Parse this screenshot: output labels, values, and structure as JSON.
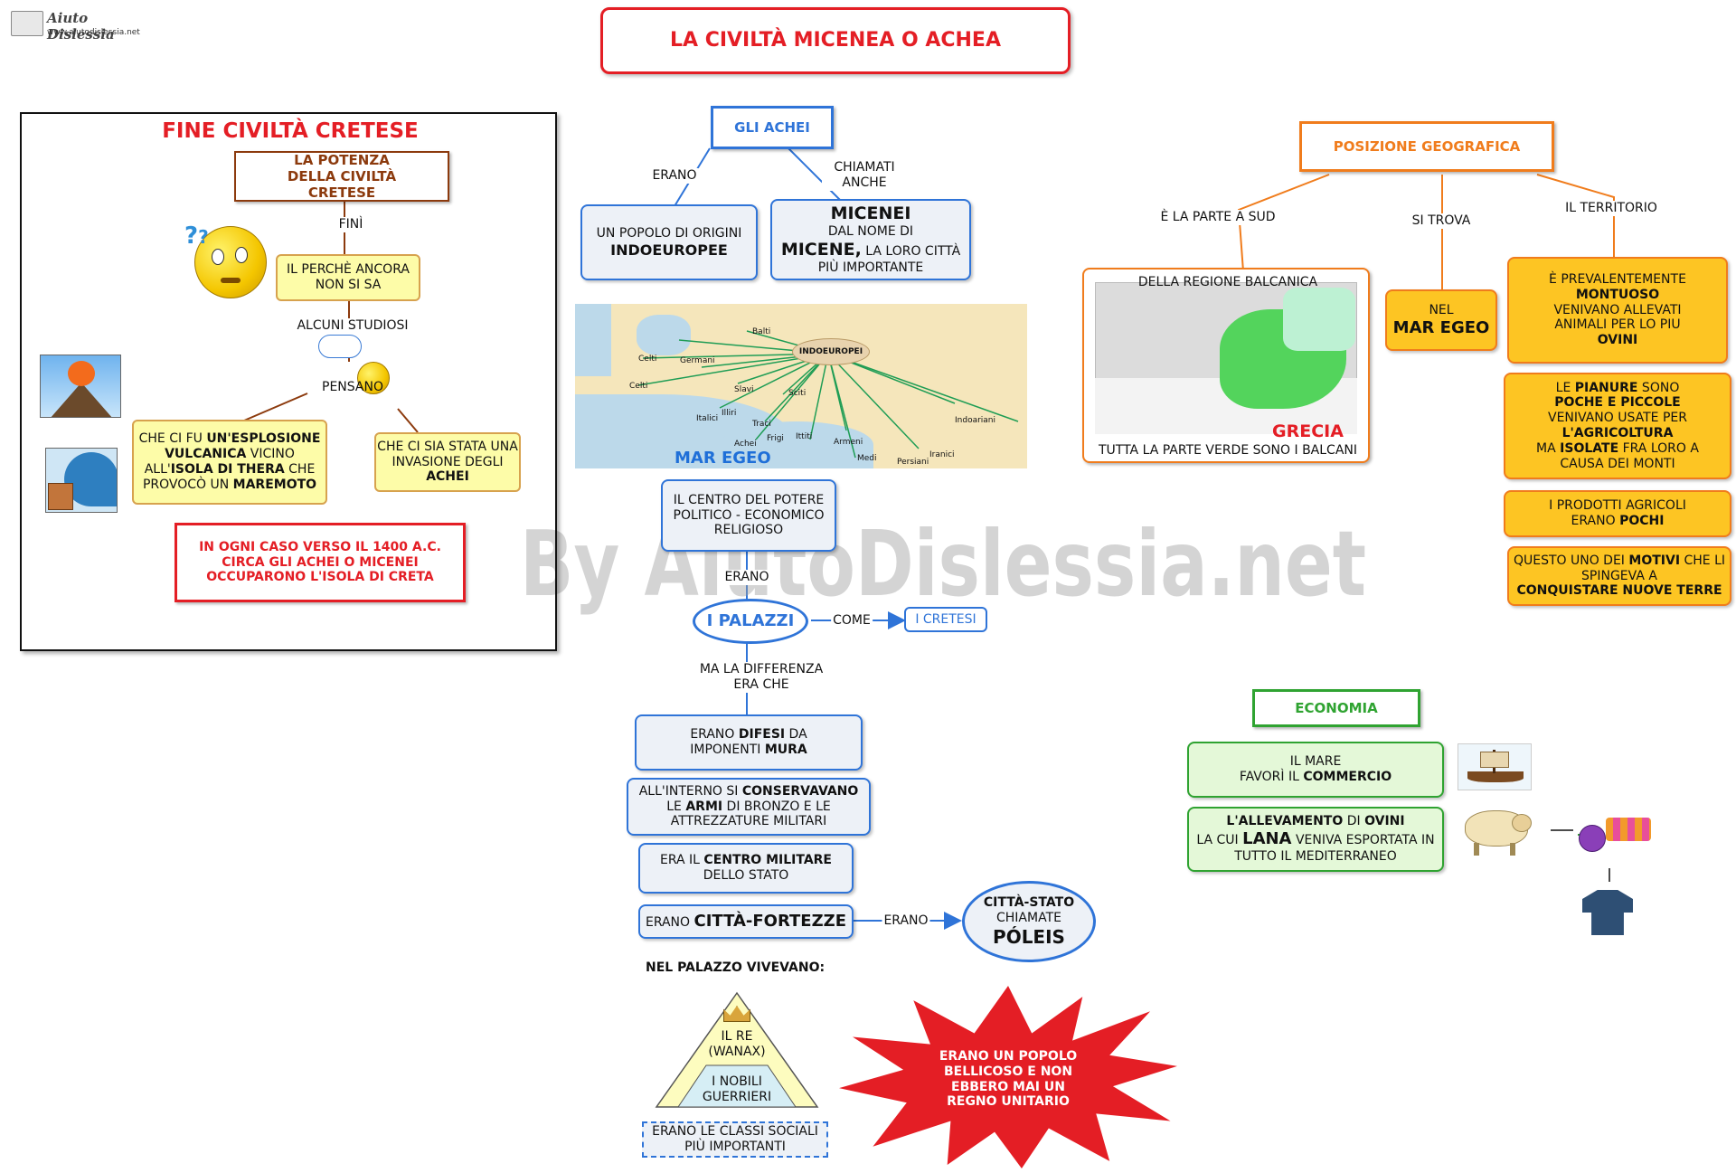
{
  "logo": {
    "name": "Aiuto Dislessia",
    "url": "www.aiutodislessia.net"
  },
  "title": "LA CIVILTÀ MICENEA O ACHEA",
  "watermark": "By AiutoDislessia.net",
  "cretese": {
    "title": "FINE CIVILTÀ CRETESE",
    "potenza": "LA POTENZA DELLA CIVILTÀ CRETESE",
    "fini": "FINÌ",
    "perche": "IL PERCHÈ ANCORA NON SI SA",
    "studiosi": "ALCUNI STUDIOSI",
    "pensano": "PENSANO",
    "esplosione": {
      "a": "CHE CI FU ",
      "b": "UN'ESPLOSIONE VULCANICA",
      "c": " VICINO ALL'",
      "d": "ISOLA DI THERA",
      "e": " CHE PROVOCÒ UN ",
      "f": "MAREMOTO"
    },
    "invasione": {
      "a": "CHE CI SIA STATA UNA INVASIONE DEGLI ",
      "b": "ACHEI"
    },
    "conclusione": "IN OGNI CASO VERSO IL 1400 A.C. CIRCA GLI ACHEI O MICENEI OCCUPARONO L'ISOLA DI CRETA"
  },
  "achei": {
    "title": "GLI ACHEI",
    "erano": "ERANO",
    "chiamati": "CHIAMATI ANCHE",
    "popolo": {
      "a": "UN POPOLO DI ORIGINI",
      "b": "INDOEUROPEE"
    },
    "micenei": {
      "a": "MICENEI",
      "b": "DAL NOME DI",
      "c": "MICENE,",
      "d": " LA LORO CITTÀ PIÙ IMPORTANTE"
    }
  },
  "map1": {
    "center": "INDOEUROPEI",
    "labels": [
      "Balti",
      "Celti",
      "Germani",
      "Celti",
      "Slavi",
      "Sciti",
      "Illiri",
      "Italici",
      "Traci",
      "Achei",
      "Frigi",
      "Ittiti",
      "Armeni",
      "Medi",
      "Persiani",
      "Iranici",
      "Indoariani"
    ],
    "sea": "MAR EGEO"
  },
  "centro": "IL CENTRO DEL POTERE POLITICO - ECONOMICO RELIGIOSO",
  "erano2": "ERANO",
  "palazzi": "I PALAZZI",
  "come": "COME",
  "cretesi": "I CRETESI",
  "differenza": "MA LA DIFFERENZA ERA CHE",
  "difesi": {
    "a": "ERANO ",
    "b": "DIFESI",
    "c": " DA IMPONENTI ",
    "d": "MURA"
  },
  "conservavano": {
    "a": "ALL'INTERNO SI ",
    "b": "CONSERVAVANO",
    "c": " LE ",
    "d": "ARMI",
    "e": " DI BRONZO E LE ATTREZZATURE MILITARI"
  },
  "militare": {
    "a": "ERA IL ",
    "b": "CENTRO MILITARE",
    "c": " DELLO STATO"
  },
  "fortezze": {
    "a": "ERANO ",
    "b": "CITTÀ-FORTEZZE"
  },
  "erano3": "ERANO",
  "poleis": {
    "a": "CITTÀ-STATO",
    "b": "CHIAMATE",
    "c": "PÓLEIS"
  },
  "vivevano": "NEL PALAZZO VIVEVANO:",
  "pyramid": {
    "re": "IL RE (WANAX)",
    "nobili": "I NOBILI GUERRIERI"
  },
  "classi": "ERANO LE CLASSI SOCIALI PIÙ IMPORTANTI",
  "starburst": "ERANO UN POPOLO BELLICOSO E NON EBBERO MAI UN REGNO UNITARIO",
  "posizione": {
    "title": "POSIZIONE GEOGRAFICA",
    "sud": "È LA PARTE A SUD",
    "trova": "SI TROVA",
    "territorio": "IL TERRITORIO",
    "balcanica": "DELLA REGIONE BALCANICA",
    "grecia": "GRECIA",
    "balcani": "TUTTA LA PARTE VERDE SONO I BALCANI",
    "nel": "NEL",
    "mare": "MAR EGEO",
    "montuoso": {
      "a": "È PREVALENTEMENTE",
      "b": "MONTUOSO",
      "c": "VENIVANO ALLEVATI ANIMALI PER LO PIU",
      "d": "OVINI"
    },
    "pianure": {
      "a": "LE ",
      "b": "PIANURE",
      "c": " SONO",
      "d": "POCHE E PICCOLE",
      "e": "VENIVANO USATE PER",
      "f": "L'AGRICOLTURA",
      "g": "MA ",
      "h": "ISOLATE",
      "i": " FRA LORO A CAUSA DEI MONTI"
    },
    "prodotti": {
      "a": "I PRODOTTI AGRICOLI ERANO ",
      "b": "POCHI"
    },
    "motivi": {
      "a": "QUESTO UNO DEI ",
      "b": "MOTIVI",
      "c": " CHE LI SPINGEVA A",
      "d": "CONQUISTARE NUOVE TERRE"
    }
  },
  "economia": {
    "title": "ECONOMIA",
    "mare": {
      "a": "IL MARE",
      "b": "FAVORÌ IL ",
      "c": "COMMERCIO"
    },
    "allevamento": {
      "a": "L'ALLEVAMENTO",
      "b": " DI ",
      "c": "OVINI",
      "d": "LA CUI ",
      "e": "LANA",
      "f": " VENIVA ESPORTATA IN TUTTO IL MEDITERRANEO"
    }
  },
  "colors": {
    "red": "#e41e25",
    "blue": "#2f74d8",
    "orange": "#f07c1c",
    "green": "#2fa331",
    "brown": "#8c3a0d"
  }
}
